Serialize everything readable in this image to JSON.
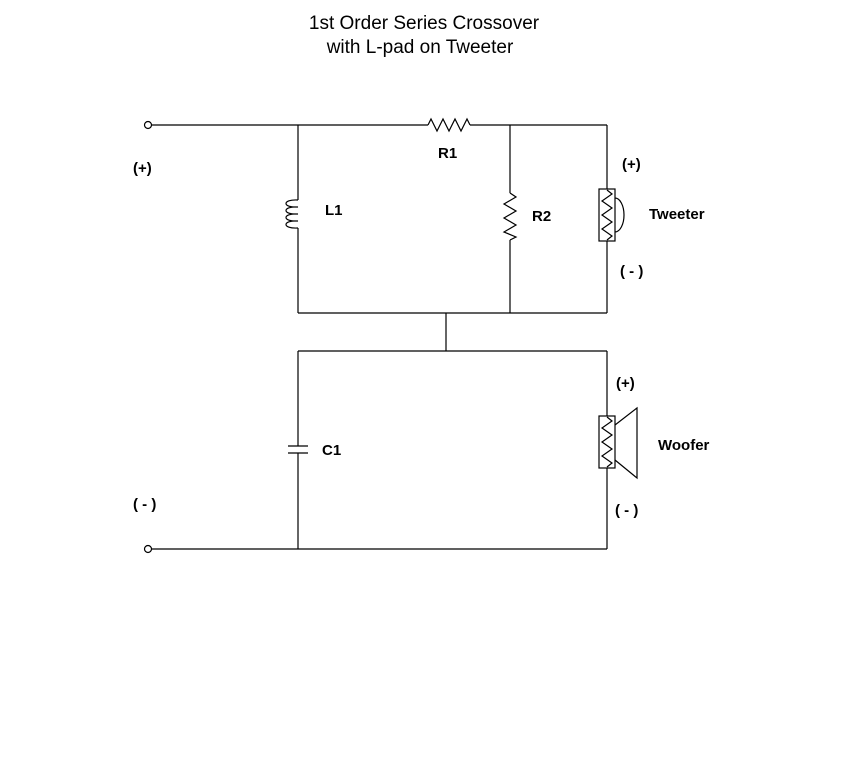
{
  "title": {
    "line1": "1st Order Series Crossover",
    "line2": "with L-pad on Tweeter"
  },
  "terminals": {
    "input_positive": "(+)",
    "input_negative": "( - )"
  },
  "components": {
    "r1": "R1",
    "r2": "R2",
    "l1": "L1",
    "c1": "C1"
  },
  "tweeter": {
    "name": "Tweeter",
    "positive": "(+)",
    "negative": "( - )"
  },
  "woofer": {
    "name": "Woofer",
    "positive": "(+)",
    "negative": "( - )"
  },
  "colors": {
    "line": "#000000",
    "background": "#ffffff"
  }
}
